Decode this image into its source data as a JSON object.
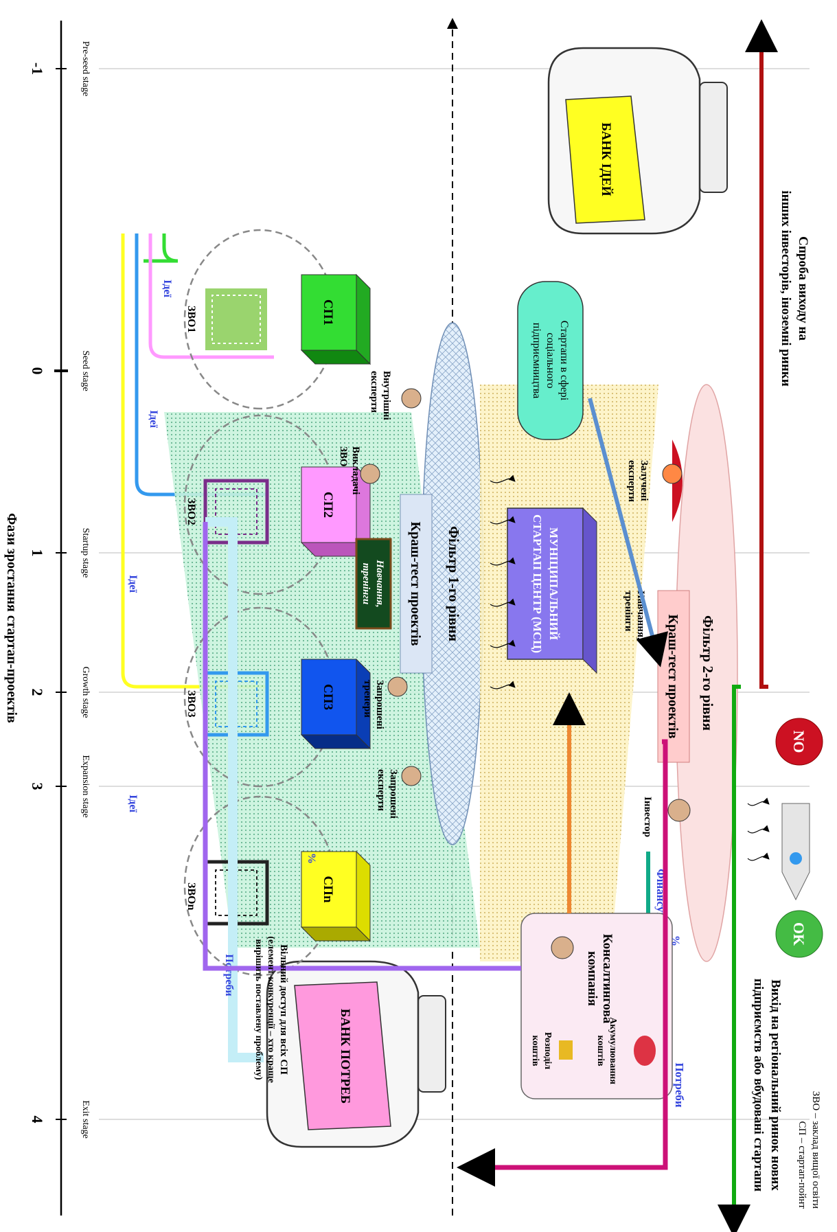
{
  "axis": {
    "title": "Фази зростання стартап-проектів",
    "ticks": [
      {
        "num": "-1",
        "stage": "Pre-seed stage"
      },
      {
        "num": "0",
        "stage": "Seed stage"
      },
      {
        "num": "1",
        "stage": "Startup stage"
      },
      {
        "num": "2",
        "stage": "Growth stage"
      },
      {
        "num": "3",
        "stage": "Expansion stage"
      },
      {
        "num": "4",
        "stage": "Exit stage"
      }
    ]
  },
  "legend": {
    "line1": "ЗВО – заклад вищої освіти",
    "line2": "СП – стартап-пойнт"
  },
  "bank_ideas": "БАНК ІДЕЙ",
  "bank_needs": "БАНК ПОТРЕБ",
  "universities": [
    "ЗВО1",
    "ЗВО2",
    "ЗВО3",
    "ЗВОn"
  ],
  "startup_points": [
    "СП1",
    "СП2",
    "СП3",
    "СПn"
  ],
  "ideas_label": "Ідеї",
  "needs_label": "Потреби",
  "needs_label_top": "Потреби",
  "percent_label": "%",
  "free_access": {
    "line1": "Вільний доступ для всіх СП",
    "line2": "(елемент конкуренції – хто краще",
    "line3": "вирішить поставлену проблему)"
  },
  "filter1": {
    "title": "Фільтр 1-го рівня",
    "crash": "Краш-тест проектів",
    "internal": [
      "Внутрішні",
      "експерти"
    ],
    "teachers": [
      "Викладачі",
      "ЗВО"
    ],
    "training_board": [
      "Навчання,",
      "тренінги"
    ],
    "invited_trainers": [
      "Запрошені",
      "тренери"
    ],
    "invited_experts": [
      "Запрошені",
      "експерти"
    ]
  },
  "filter2": {
    "title": "Фільтр 2-го рівня",
    "crash": "Краш-тест проектів",
    "experts": [
      "Залучені",
      "експерти"
    ],
    "training": [
      "Навчання,",
      "тренінги"
    ],
    "investor": "Інвестор",
    "financing": "Фінансування"
  },
  "msc": [
    "МУНІЦИПАЛЬНИЙ",
    "СТАРТАП ЦЕНТР (МСЦ)"
  ],
  "social": [
    "Стартапи в сфері",
    "соціального",
    "підприємництва"
  ],
  "consulting": {
    "title": [
      "Консалтингова",
      "компанія"
    ],
    "accum": [
      "Акумулювання",
      "коштів"
    ],
    "distrib": [
      "Розподіл",
      "коштів"
    ]
  },
  "outcome_no": {
    "badge": "NO",
    "text": [
      "Спроба виходу на",
      "інших інвесторів, іноземні ринки"
    ]
  },
  "outcome_ok": {
    "badge": "OK",
    "text": [
      "Вихід на регіональний ринок нових",
      "підприємств або вбудовані стартапи"
    ]
  },
  "colors": {
    "sp1": "#33dd33",
    "sp2": "#ff99ff",
    "sp3": "#1155ee",
    "spn": "#ffff22",
    "zvo1": "#88cc55",
    "zvo2": "#7a2e8a",
    "zvo3": "#3399ee",
    "zvon": "#222222",
    "msc": "#8877ee",
    "social": "#66eecc",
    "bank": "#ff99dd",
    "bank_ideas": "#ffff22",
    "needs_arrow": "#c4eef7",
    "finance_arrow": "#cc1177",
    "percent_arrow": "#a066ee"
  }
}
